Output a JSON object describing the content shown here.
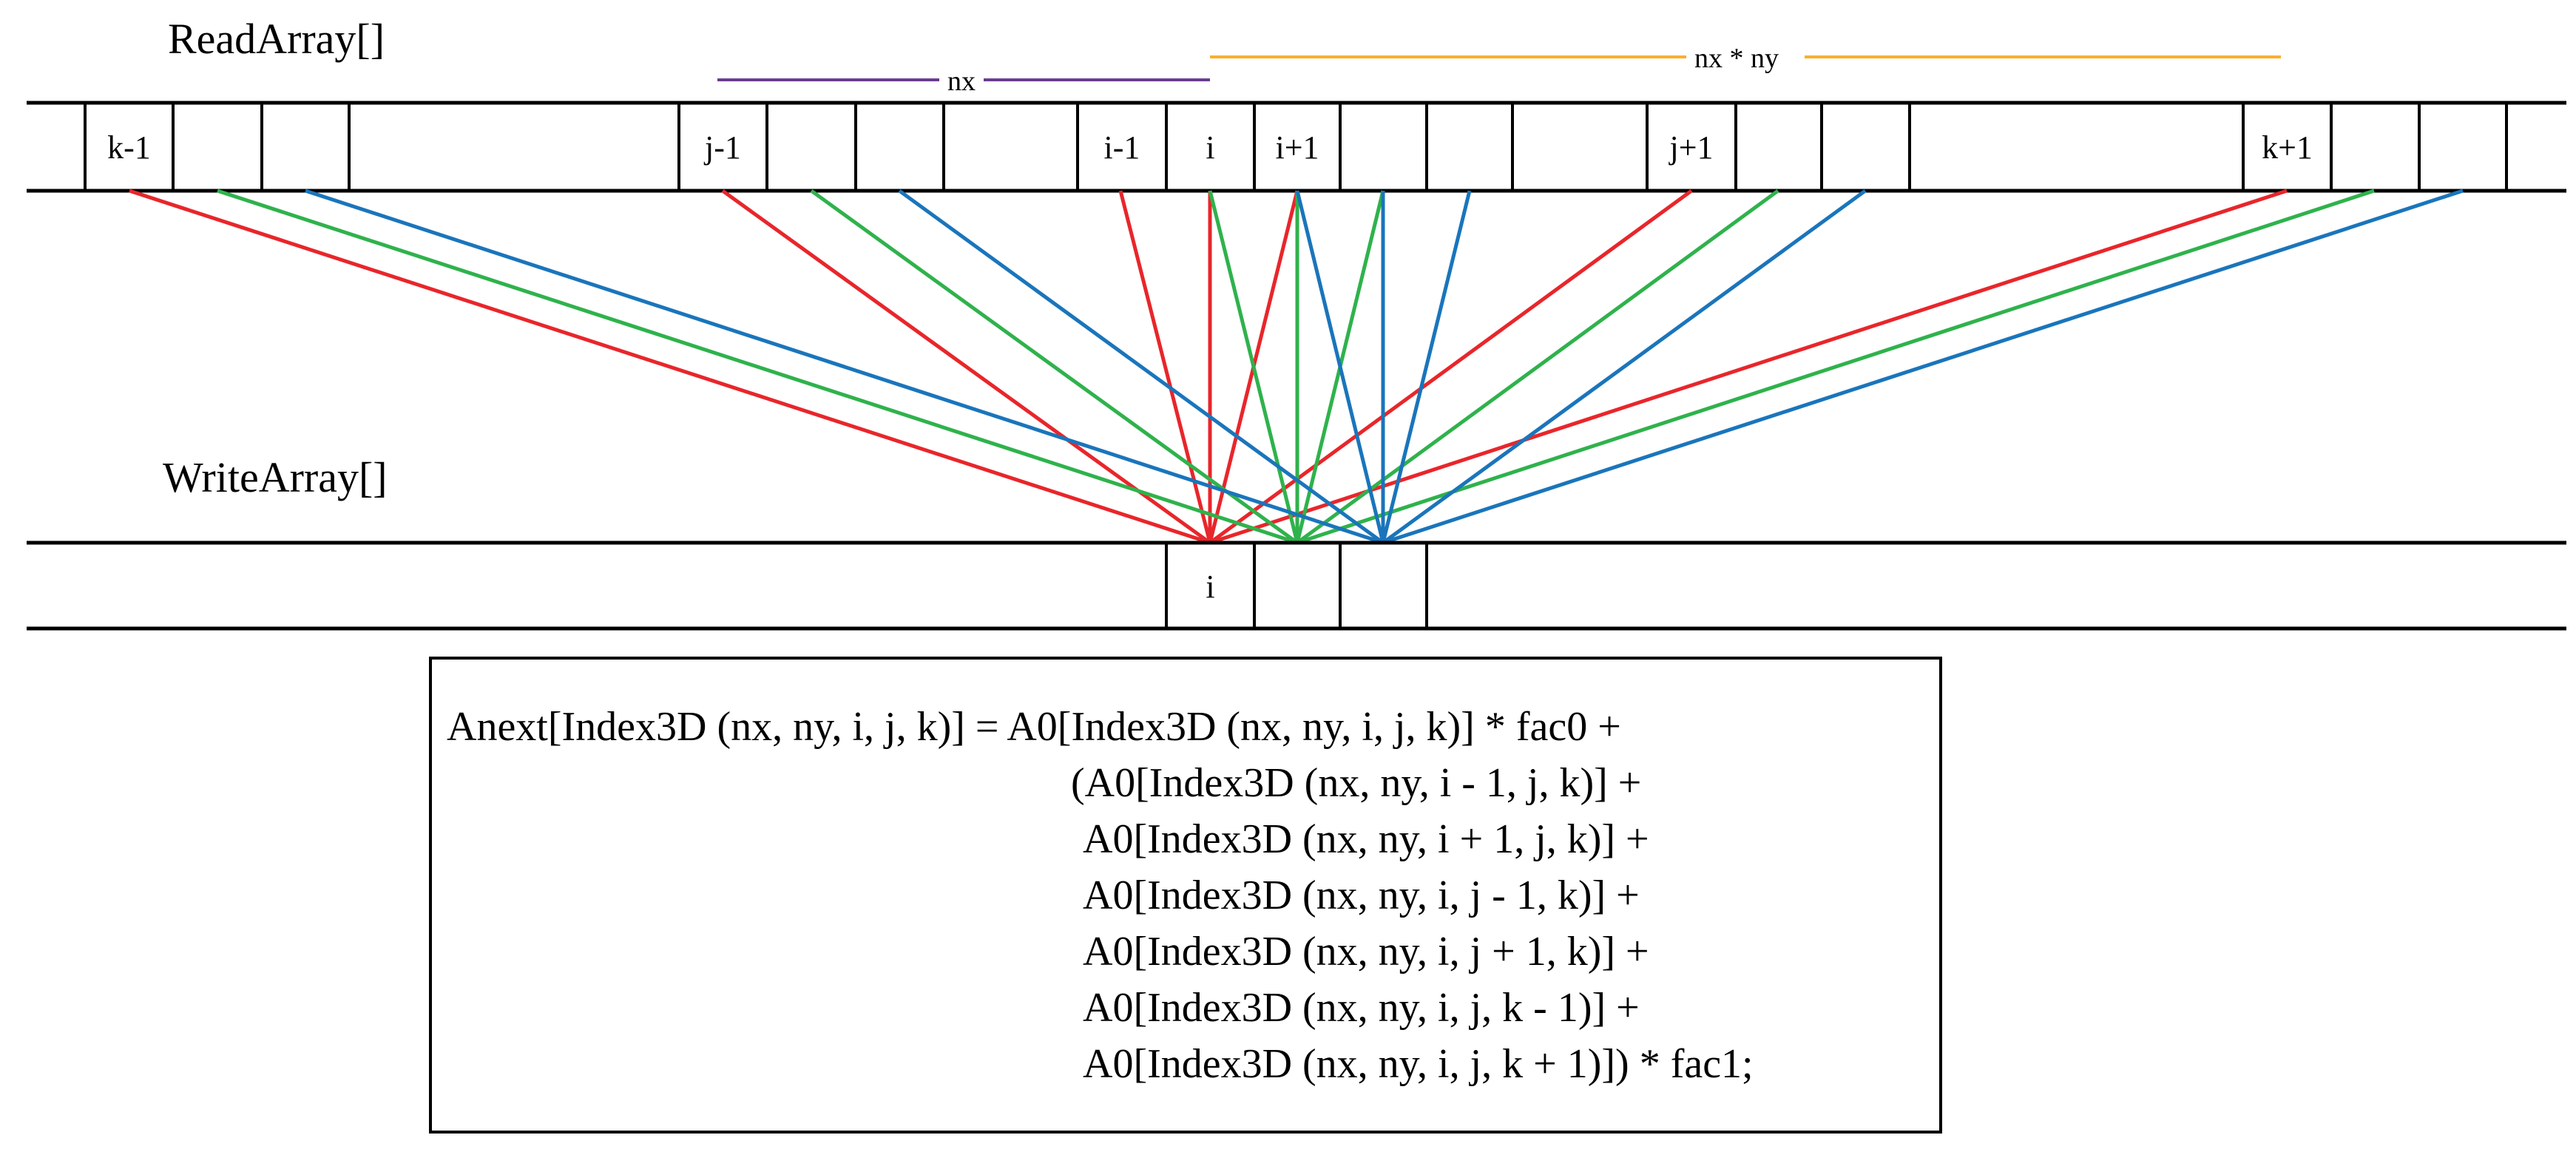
{
  "labels": {
    "read_array": "ReadArray[]",
    "write_array": "WriteArray[]",
    "nx_span": "nx",
    "nxny_span": "nx * ny"
  },
  "read_cells": [
    "k-1",
    "",
    "",
    "j-1",
    "",
    "",
    "i-1",
    "i",
    "i+1",
    "",
    "",
    "j+1",
    "",
    "",
    "k+1",
    "",
    ""
  ],
  "write_cells": [
    "i",
    "",
    ""
  ],
  "colors": {
    "red": "#e8262b",
    "green": "#2fb24c",
    "blue": "#1a75bb",
    "purple": "#6a3d8f",
    "orange": "#fbae2d"
  },
  "code": [
    "Anext[Index3D (nx, ny, i, j, k)] = A0[Index3D (nx, ny, i, j, k)] * fac0 +",
    "(A0[Index3D (nx, ny, i - 1, j, k)] +",
    "A0[Index3D (nx, ny, i + 1, j, k)] +",
    "A0[Index3D (nx, ny, i, j - 1, k)] +",
    "A0[Index3D (nx, ny, i, j + 1, k)] +",
    "A0[Index3D (nx, ny, i, j, k - 1)] +",
    "A0[Index3D (nx, ny, i, j, k + 1)]) * fac1;"
  ]
}
